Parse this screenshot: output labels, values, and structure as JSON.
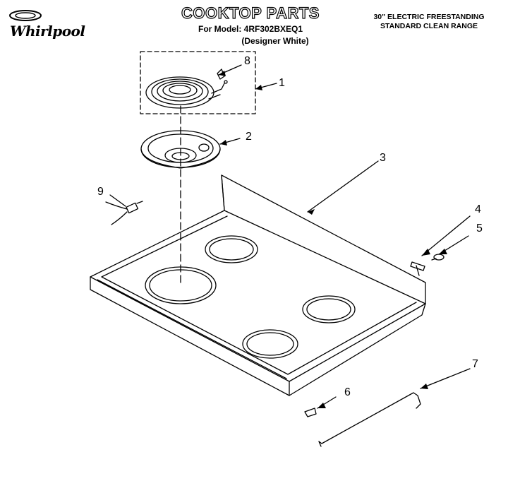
{
  "header": {
    "brand": "Whirlpool",
    "title": "COOKTOP PARTS",
    "model_line": "For Model: 4RF302BXEQ1",
    "variant_line": "(Designer White)",
    "range_line_1": "30\" ELECTRIC FREESTANDING",
    "range_line_2": "STANDARD CLEAN RANGE"
  },
  "callouts": [
    "1",
    "2",
    "3",
    "4",
    "5",
    "6",
    "7",
    "8",
    "9"
  ],
  "colors": {
    "ink": "#000000",
    "paper": "#ffffff"
  }
}
